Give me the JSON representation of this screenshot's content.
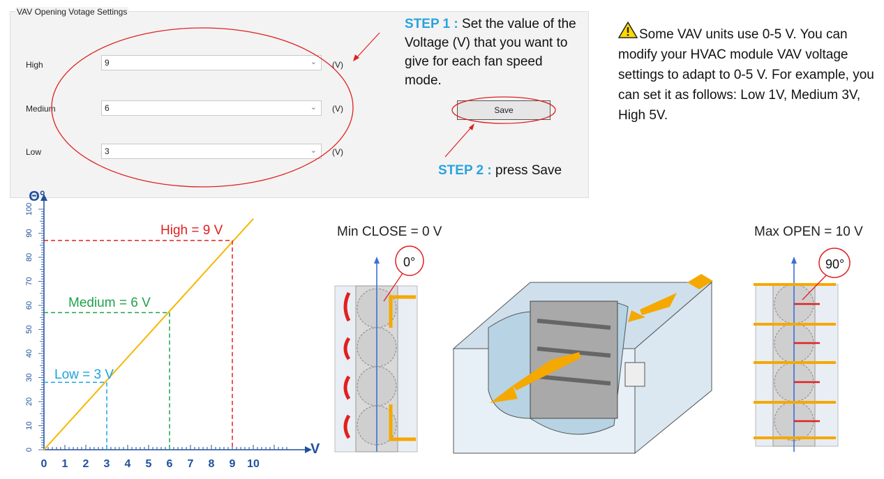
{
  "settings": {
    "title": "VAV Opening Votage Settings",
    "rows": [
      {
        "label": "High",
        "value": "9",
        "unit": "(V)"
      },
      {
        "label": "Medium",
        "value": "6",
        "unit": "(V)"
      },
      {
        "label": "Low",
        "value": "3",
        "unit": "(V)"
      }
    ],
    "save_label": "Save"
  },
  "step1": {
    "prefix": "STEP 1 :",
    "text": "Set the value of the Voltage (V) that you want to give for each fan speed mode."
  },
  "step2": {
    "prefix": "STEP 2 :",
    "text": "press Save"
  },
  "note": {
    "text": "Some VAV units use 0-5 V. You can modify your HVAC module VAV voltage settings to adapt to 0-5 V. For example, you can set it as follows: Low 1V, Medium 3V, High 5V."
  },
  "diagram": {
    "min_label": "Min CLOSE = 0 V",
    "max_label": "Max OPEN =  10 V",
    "min_angle": "0°",
    "max_angle": "90°"
  },
  "colors": {
    "step_blue": "#29a3dd",
    "high_red": "#e02020",
    "medium_green": "#1ea34a",
    "low_cyan": "#1aa3dd",
    "line_orange": "#f5b800",
    "axis_blue": "#1f4f9c"
  },
  "chart_data": {
    "type": "line",
    "ylabel": "Θ°",
    "xlabel": "V",
    "xlim": [
      0,
      10
    ],
    "ylim": [
      0,
      100
    ],
    "x_ticks": [
      "0",
      "1",
      "2",
      "3",
      "4",
      "5",
      "6",
      "7",
      "8",
      "9",
      "10"
    ],
    "y_ticks": [
      "0",
      "10",
      "20",
      "30",
      "40",
      "50",
      "60",
      "70",
      "80",
      "90",
      "100"
    ],
    "series": [
      {
        "x": [
          0,
          10
        ],
        "y": [
          0,
          96
        ]
      }
    ],
    "annotations": [
      {
        "label": "High = 9 V",
        "x": 9,
        "y": 87,
        "color": "#e02020"
      },
      {
        "label": "Medium = 6 V",
        "x": 6,
        "y": 57,
        "color": "#1ea34a"
      },
      {
        "label": "Low = 3 V",
        "x": 3,
        "y": 28,
        "color": "#1aa3dd"
      }
    ]
  }
}
